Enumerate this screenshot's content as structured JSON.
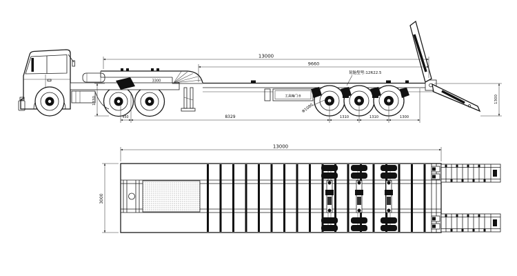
{
  "colors": {
    "ink": "#1a1a1a",
    "background": "#ffffff"
  },
  "side_view": {
    "dim_overall_length": "13000",
    "dim_platform_length": "9660",
    "dim_3300": "3300",
    "dim_front_deck_height": "1330",
    "dim_450": "450",
    "dim_8329": "8329",
    "dim_axle_gap_1": "1310",
    "dim_axle_gap_2": "1310",
    "dim_axle_gap_3": "1300",
    "dim_rear_deck_height": "1300",
    "label_tire_diameter": "Φ1080",
    "label_tire_model": "轮胎型号:12R22.5",
    "label_toolbox": "工具箱门:B"
  },
  "plan_view": {
    "dim_overall_length": "13000",
    "dim_overall_width": "3000"
  }
}
